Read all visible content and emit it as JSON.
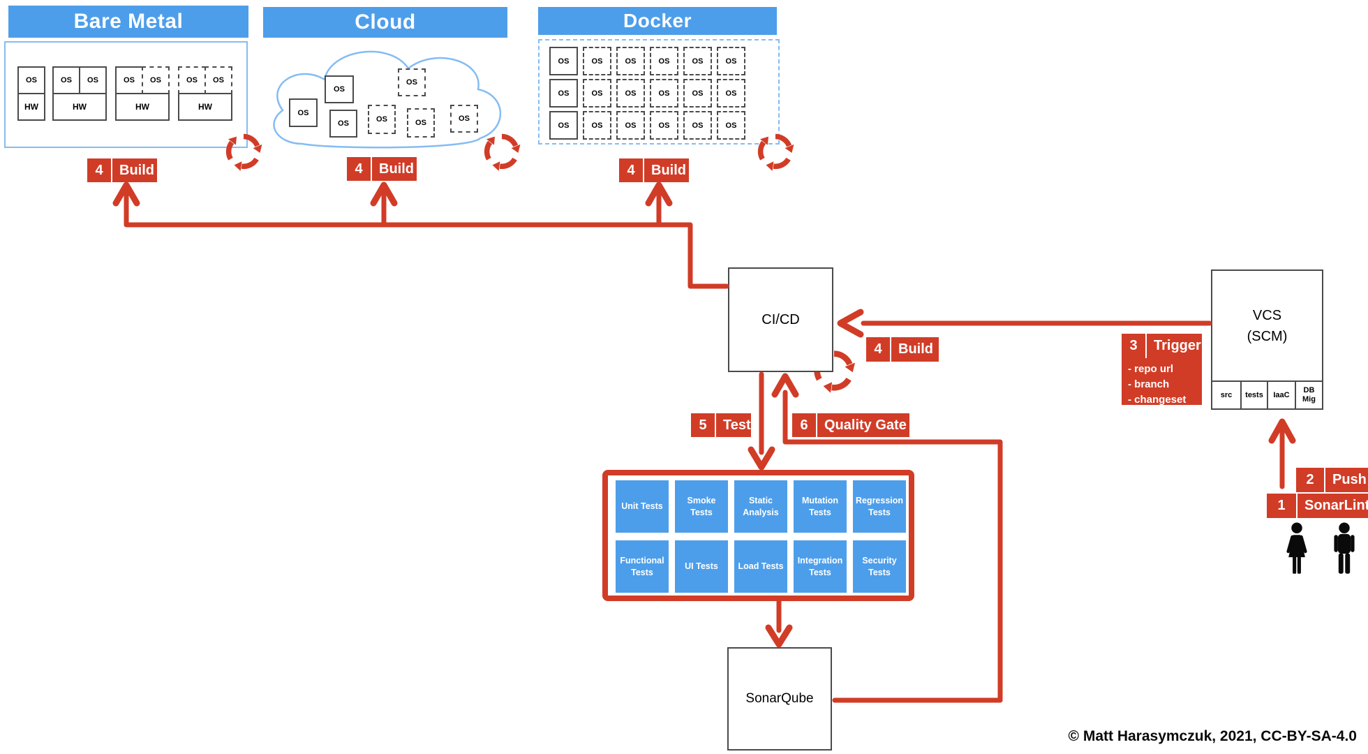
{
  "labels": {
    "os": "OS",
    "hw": "HW"
  },
  "environments": {
    "bare_metal": {
      "title": "Bare Metal"
    },
    "cloud": {
      "title": "Cloud"
    },
    "docker": {
      "title": "Docker"
    }
  },
  "nodes": {
    "cicd": {
      "label": "CI/CD"
    },
    "sonarqube": {
      "label": "SonarQube"
    },
    "vcs": {
      "line1": "VCS",
      "line2": "(SCM)",
      "compartments": [
        "src",
        "tests",
        "IaaC",
        "DB Mig"
      ]
    }
  },
  "steps": {
    "build_bare_metal": {
      "num": "4",
      "label": "Build"
    },
    "build_cloud": {
      "num": "4",
      "label": "Build"
    },
    "build_docker": {
      "num": "4",
      "label": "Build"
    },
    "build_cicd": {
      "num": "4",
      "label": "Build"
    },
    "test": {
      "num": "5",
      "label": "Test"
    },
    "quality_gate": {
      "num": "6",
      "label": "Quality Gate"
    },
    "trigger": {
      "num": "3",
      "label": "Trigger",
      "details": [
        "- repo url",
        "- branch",
        "- changeset"
      ]
    },
    "push": {
      "num": "2",
      "label": "Push"
    },
    "sonarlint": {
      "num": "1",
      "label": "SonarLint"
    }
  },
  "tests": {
    "row1": [
      "Unit Tests",
      "Smoke Tests",
      "Static Analysis",
      "Mutation Tests",
      "Regression Tests"
    ],
    "row2": [
      "Functional Tests",
      "UI Tests",
      "Load Tests",
      "Integration Tests",
      "Security Tests"
    ]
  },
  "footer": {
    "copyright": "© Matt Harasymczuk, 2021, CC-BY-SA-4.0"
  },
  "colors": {
    "blue": "#4D9EEA",
    "light_blue": "#85BCF2",
    "red": "#D13C27"
  }
}
